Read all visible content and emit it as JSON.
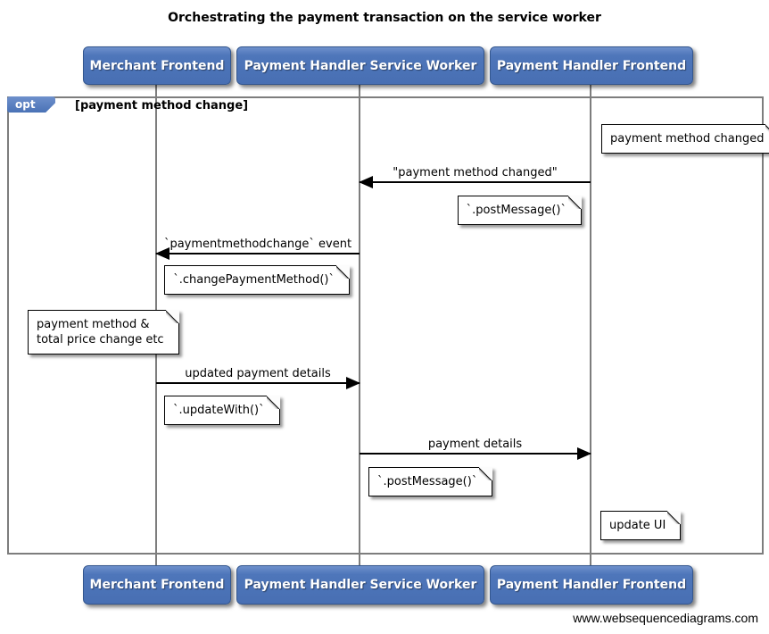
{
  "title": "Orchestrating the payment transaction on the service worker",
  "actors": [
    {
      "label": "Merchant Frontend"
    },
    {
      "label": "Payment Handler Service Worker"
    },
    {
      "label": "Payment Handler Frontend"
    }
  ],
  "frame": {
    "operator": "opt",
    "guard": "[payment method change]"
  },
  "messages": [
    {
      "from": "Payment Handler Frontend",
      "to": "Payment Handler Service Worker",
      "label": "\"payment method changed\""
    },
    {
      "from": "Payment Handler Service Worker",
      "to": "Merchant Frontend",
      "label": "`paymentmethodchange` event"
    },
    {
      "from": "Merchant Frontend",
      "to": "Payment Handler Service Worker",
      "label": "updated payment details"
    },
    {
      "from": "Payment Handler Service Worker",
      "to": "Payment Handler Frontend",
      "label": "payment details"
    }
  ],
  "notes": [
    {
      "attached_to": "Payment Handler Frontend",
      "text": "payment method changed"
    },
    {
      "attached_to": "Payment Handler Frontend",
      "text": "`.postMessage()`"
    },
    {
      "attached_to": "Payment Handler Service Worker",
      "text": "`.changePaymentMethod()`"
    },
    {
      "attached_to": "Merchant Frontend",
      "lines": [
        "payment method &",
        "total price change etc"
      ]
    },
    {
      "attached_to": "Merchant Frontend",
      "text": "`.updateWith()`"
    },
    {
      "attached_to": "Payment Handler Service Worker",
      "text": "`.postMessage()`"
    },
    {
      "attached_to": "Payment Handler Frontend",
      "text": "update UI"
    }
  ],
  "footer": "www.websequencediagrams.com",
  "colors": {
    "actor_fill": "#4a72b8",
    "actor_border": "#33568e",
    "frame_border": "#7d7d7d",
    "lifeline": "#7d7d7d",
    "note_fill": "#ffffff",
    "text": "#000000",
    "actor_text": "#ffffff"
  }
}
